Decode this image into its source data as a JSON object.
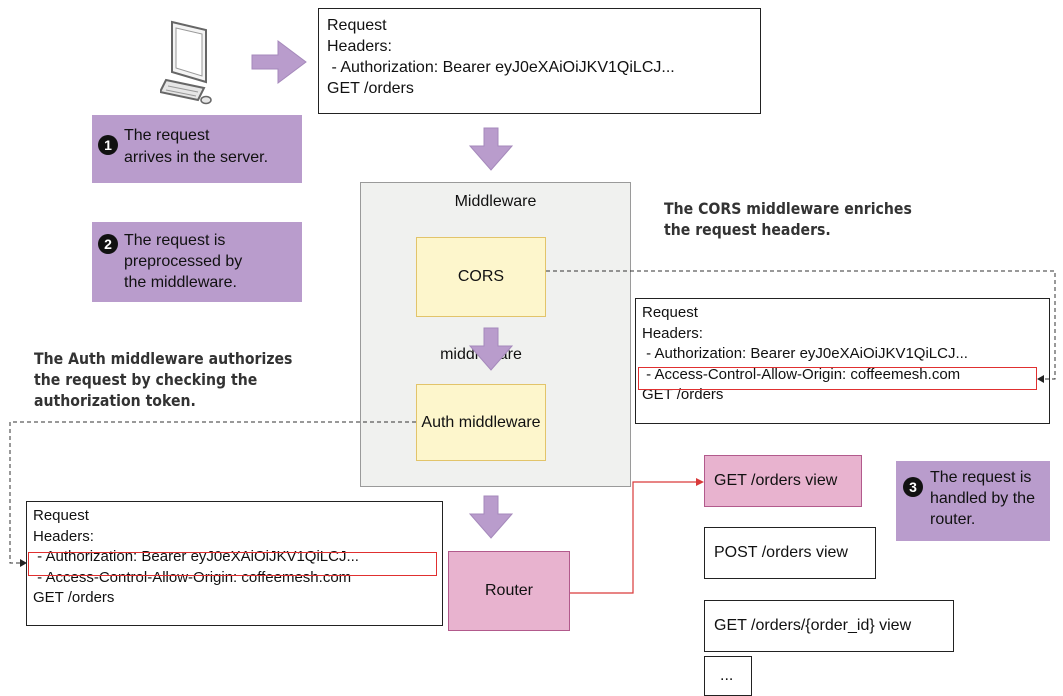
{
  "top_request": {
    "lines": [
      "Request",
      "Headers:",
      " - Authorization: Bearer eyJ0eXAiOiJKV1QiLCJ...",
      "GET /orders"
    ]
  },
  "callouts": {
    "c1": {
      "number": "1",
      "lines": [
        "The request",
        "arrives in the server."
      ]
    },
    "c2": {
      "number": "2",
      "lines": [
        "The request is",
        "preprocessed by",
        "the middleware."
      ]
    },
    "c3": {
      "number": "3",
      "lines": [
        "The request is",
        "handled by the",
        "router."
      ]
    }
  },
  "middleware": {
    "title": "Middleware",
    "cors_label": "CORS middleware",
    "auth_label": "Auth middleware"
  },
  "notes": {
    "cors": [
      "The CORS middleware enriches",
      "the request headers."
    ],
    "auth": [
      "The Auth middleware authorizes",
      "the request by checking the",
      "authorization token."
    ]
  },
  "cors_request": {
    "lines": [
      "Request",
      "Headers:",
      " - Authorization: Bearer eyJ0eXAiOiJKV1QiLCJ...",
      " - Access-Control-Allow-Origin: coffeemesh.com",
      "GET /orders"
    ]
  },
  "auth_request": {
    "lines": [
      "Request",
      "Headers:",
      " - Authorization: Bearer eyJ0eXAiOiJKV1QiLCJ...",
      " - Access-Control-Allow-Origin: coffeemesh.com",
      "GET /orders"
    ]
  },
  "router": {
    "label": "Router"
  },
  "views": [
    "GET /orders view",
    "POST /orders view",
    "GET /orders/{order_id} view",
    "..."
  ],
  "colors": {
    "callout": "#b99ccc",
    "arrow": "#b99ccc",
    "middleware_bg": "#f0f1ef",
    "inner_bg": "#fdf6cc",
    "router_bg": "#e8b3cf",
    "highlight": "#e03030"
  }
}
